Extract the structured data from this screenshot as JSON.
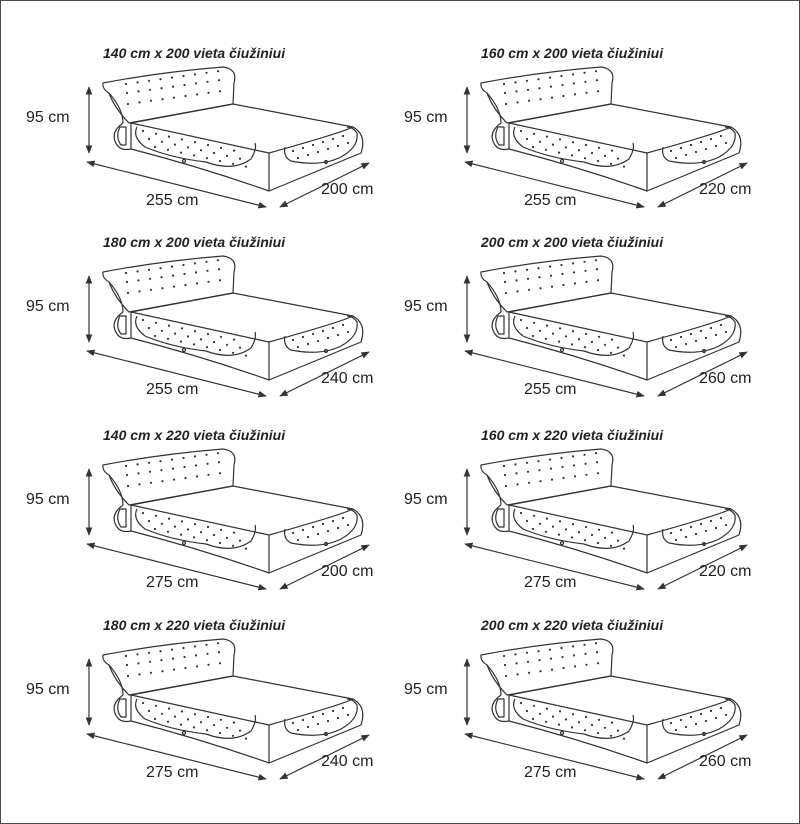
{
  "panels": [
    {
      "title": "140 cm x 200 vieta čiužiniui",
      "height": "95 cm",
      "length": "255 cm",
      "depth": "200 cm"
    },
    {
      "title": "160 cm x 200 vieta čiužiniui",
      "height": "95 cm",
      "length": "255 cm",
      "depth": "220 cm"
    },
    {
      "title": "180 cm x 200 vieta čiužiniui",
      "height": "95 cm",
      "length": "255 cm",
      "depth": "240 cm"
    },
    {
      "title": "200 cm x 200 vieta čiužiniui",
      "height": "95 cm",
      "length": "255 cm",
      "depth": "260 cm"
    },
    {
      "title": "140 cm x 220 vieta čiužiniui",
      "height": "95 cm",
      "length": "275 cm",
      "depth": "200 cm"
    },
    {
      "title": "160 cm x 220 vieta čiužiniui",
      "height": "95 cm",
      "length": "275 cm",
      "depth": "220 cm"
    },
    {
      "title": "180 cm x 220 vieta čiužiniui",
      "height": "95 cm",
      "length": "275 cm",
      "depth": "240 cm"
    },
    {
      "title": "200 cm x 220 vieta čiužiniui",
      "height": "95 cm",
      "length": "275 cm",
      "depth": "260 cm"
    }
  ],
  "colors": {
    "line": "#333333",
    "background": "#ffffff"
  }
}
